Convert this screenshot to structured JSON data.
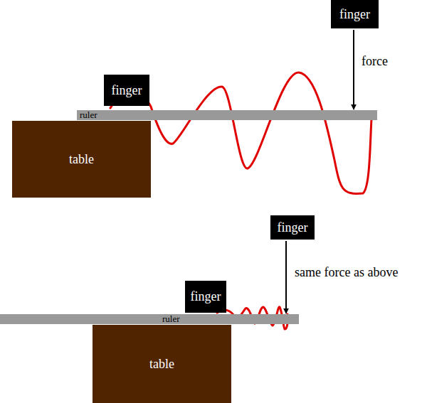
{
  "diagram": {
    "nodes": [
      {
        "text": [
          "finger"
        ]
      },
      {
        "text": [
          "finger"
        ]
      },
      {
        "text": [
          "ruler"
        ]
      },
      {
        "text": [
          "table"
        ]
      },
      {
        "text": [
          "finger"
        ]
      },
      {
        "text": [
          "finger"
        ]
      },
      {
        "text": [
          "ruler"
        ]
      },
      {
        "text": [
          "table"
        ]
      }
    ],
    "edges": [
      {
        "from": 0,
        "to": 2,
        "arrow": "to",
        "label": "force"
      },
      {
        "from": 4,
        "to": 6,
        "arrow": "to",
        "label": "same force as above"
      }
    ]
  }
}
